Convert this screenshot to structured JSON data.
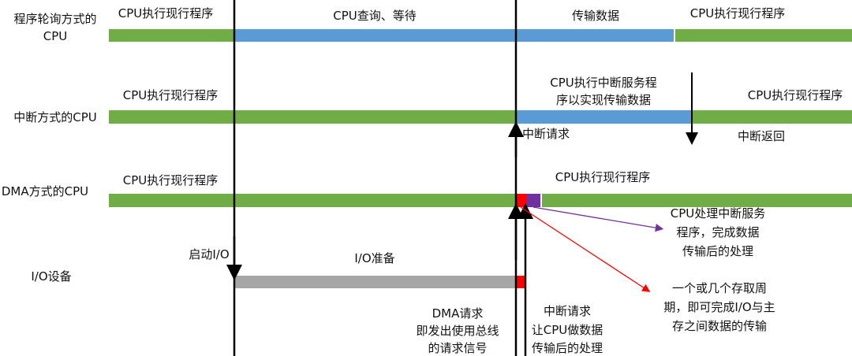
{
  "colors": {
    "cpu_run": "#70ad47",
    "wait": "#5b9bd5",
    "io_prep": "#a6a6a6",
    "dma": "#ff0000",
    "isr": "#7030a0",
    "line": "#000000"
  },
  "rows": {
    "polling": {
      "label_line1": "程序轮询方式的",
      "label_line2": "CPU",
      "seg1": "CPU执行现行程序",
      "seg2": "CPU查询、等待",
      "seg3": "传输数据",
      "seg4": "CPU执行现行程序"
    },
    "interrupt": {
      "label": "中断方式的CPU",
      "seg1": "CPU执行现行程序",
      "seg2_line1": "CPU执行中断服务程",
      "seg2_line2": "序以实现传输数据",
      "seg3": "CPU执行现行程序",
      "request": "中断请求",
      "return": "中断返回"
    },
    "dma": {
      "label": "DMA方式的CPU",
      "seg1": "CPU执行现行程序",
      "seg2": "CPU执行现行程序"
    },
    "io": {
      "label": "I/O设备",
      "start": "启动I/O",
      "prep": "I/O准备"
    }
  },
  "notes": {
    "isr": [
      "CPU处理中断服务",
      "程序，完成数据",
      "传输后的处理"
    ],
    "cycle": [
      "一个或几个存取周",
      "期，即可完成I/O与主",
      "存之间数据的传输"
    ],
    "dma_request": [
      "DMA请求",
      "即发出使用总线",
      "的请求信号"
    ],
    "int_request": [
      "中断请求",
      "让CPU做数据",
      "传输后的处理"
    ]
  }
}
